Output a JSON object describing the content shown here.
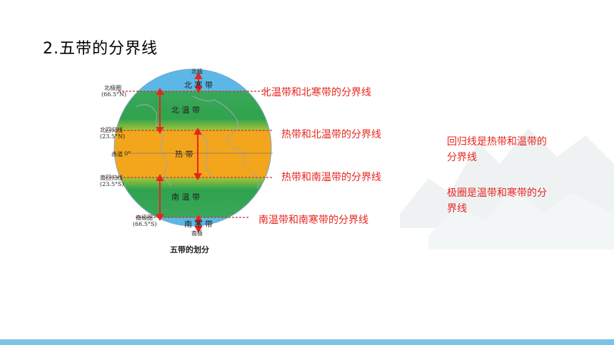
{
  "slide": {
    "title": "2.五带的分界线",
    "caption": "五带的划分"
  },
  "globe": {
    "north_pole": "北极",
    "south_pole": "南极",
    "arctic_circle": "北极圈",
    "arctic_circle_deg": "(66.5°N)",
    "tropic_cancer": "北回归线",
    "tropic_cancer_deg": "(23.5°N)",
    "equator": "赤道",
    "equator_deg": "0°",
    "tropic_capricorn": "南回归线",
    "tropic_capricorn_deg": "(23.5°S)",
    "antarctic_circle": "南极圈",
    "antarctic_circle_deg": "(66.5°S)",
    "zones": {
      "north_frigid": "北 寒 带",
      "north_temperate": "北 温 带",
      "tropical": "热 带",
      "south_temperate": "南 温 带",
      "south_frigid": "南 寒 带"
    }
  },
  "labels": {
    "north_temp_frigid": "北温带和北寒带的分界线",
    "tropic_north_temp": "热带和北温带的分界线",
    "tropic_south_temp": "热带和南温带的分界线",
    "south_temp_frigid": "南温带和南寒带的分界线"
  },
  "notes": {
    "tropic_line": "回归线是热带和温带的分界线",
    "polar_circle": "极圈是温带和寒带的分界线"
  },
  "colors": {
    "frigid": "#5bb8e6",
    "temperate": "#2ea44f",
    "tropical": "#f3a51c",
    "accent": "#e8251e",
    "bottom_bar": "#7cc4e6"
  }
}
